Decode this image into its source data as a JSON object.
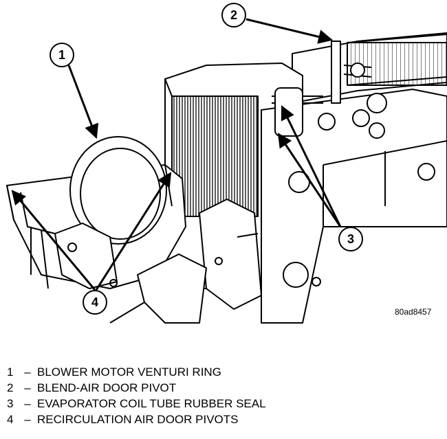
{
  "figure": {
    "code": "80ad8457",
    "callouts": [
      {
        "number": "1"
      },
      {
        "number": "2"
      },
      {
        "number": "3"
      },
      {
        "number": "4"
      }
    ]
  },
  "legend": [
    {
      "number": "1",
      "separator": "–",
      "text": "BLOWER MOTOR VENTURI RING"
    },
    {
      "number": "2",
      "separator": "–",
      "text": "BLEND-AIR DOOR PIVOT"
    },
    {
      "number": "3",
      "separator": "–",
      "text": "EVAPORATOR COIL TUBE RUBBER SEAL"
    },
    {
      "number": "4",
      "separator": "–",
      "text": "RECIRCULATION AIR DOOR PIVOTS"
    }
  ]
}
